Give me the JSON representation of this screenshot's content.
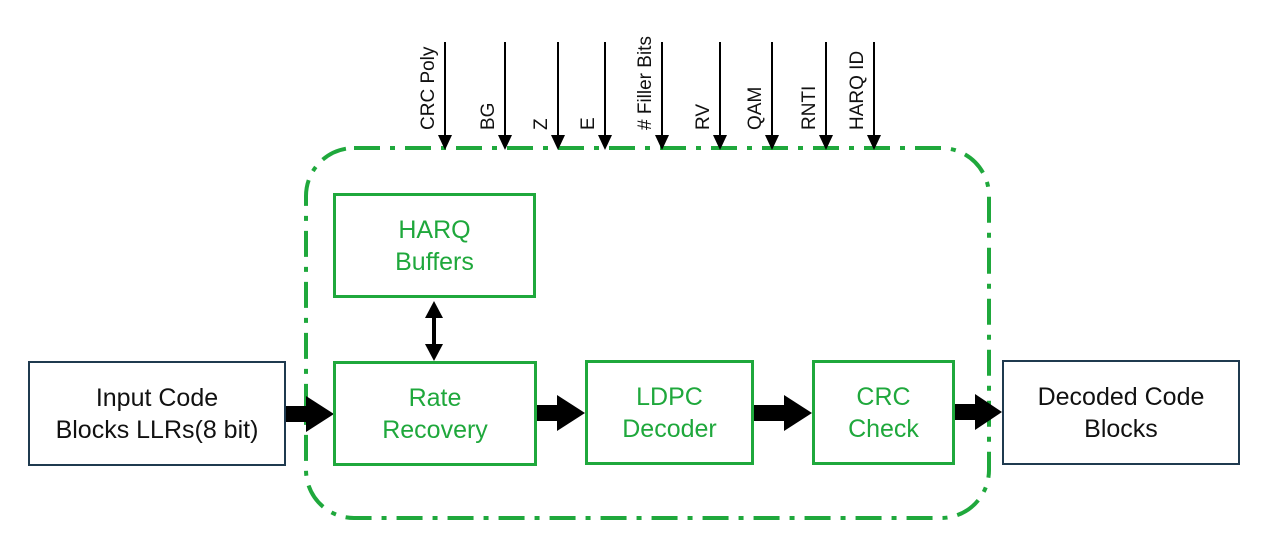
{
  "colors": {
    "accent": "#1fa83c",
    "external_border": "#1f3a4f",
    "text": "#111111",
    "arrow": "#000000"
  },
  "parameters": [
    "CRC Poly",
    "BG",
    "Z",
    "E",
    "# Filler Bits",
    "RV",
    "QAM",
    "RNTI",
    "HARQ ID"
  ],
  "input_block": {
    "line1": "Input Code",
    "line2": "Blocks LLRs(8 bit)"
  },
  "output_block": {
    "line1": "Decoded Code",
    "line2": "Blocks"
  },
  "harq_buffers": {
    "line1": "HARQ",
    "line2": "Buffers"
  },
  "rate_recovery": {
    "line1": "Rate",
    "line2": "Recovery"
  },
  "ldpc_decoder": {
    "line1": "LDPC",
    "line2": "Decoder"
  },
  "crc_check": {
    "line1": "CRC",
    "line2": "Check"
  }
}
